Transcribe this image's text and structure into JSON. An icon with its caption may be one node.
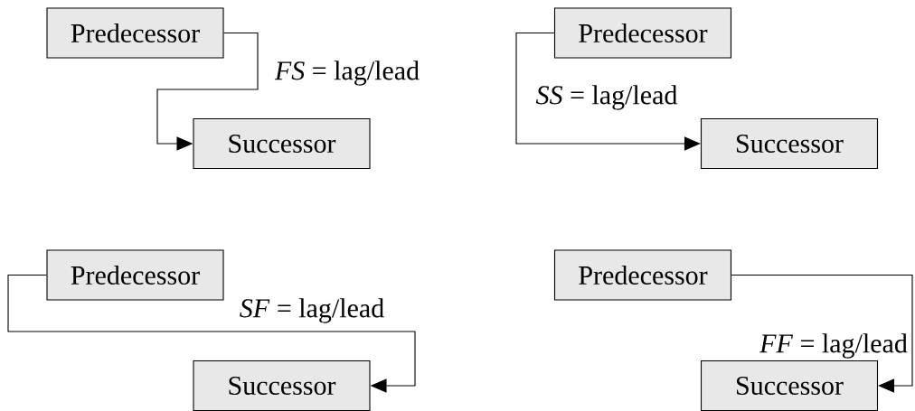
{
  "diagram": {
    "nodes": [
      {
        "text": [
          "Predecessor"
        ]
      },
      {
        "text": [
          "Successor"
        ]
      },
      {
        "text": [
          "Predecessor"
        ]
      },
      {
        "text": [
          "Successor"
        ]
      },
      {
        "text": [
          "Predecessor"
        ]
      },
      {
        "text": [
          "Successor"
        ]
      },
      {
        "text": [
          "Predecessor"
        ]
      },
      {
        "text": [
          "Successor"
        ]
      }
    ],
    "edges": [
      {
        "from": 0,
        "to": 1,
        "arrow": "to",
        "label": "*FS* = lag/lead"
      },
      {
        "from": 2,
        "to": 3,
        "arrow": "to",
        "label": "*SS* = lag/lead"
      },
      {
        "from": 4,
        "to": 5,
        "arrow": "to",
        "label": "*SF* = lag/lead"
      },
      {
        "from": 6,
        "to": 7,
        "arrow": "to",
        "label": "*FF* = lag/lead"
      }
    ]
  }
}
